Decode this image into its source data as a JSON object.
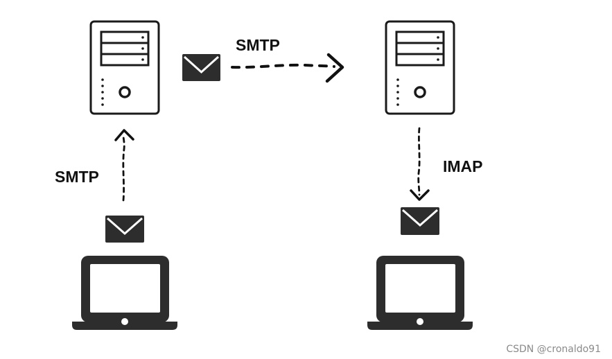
{
  "labels": {
    "smtp_top": "SMTP",
    "smtp_left": "SMTP",
    "imap": "IMAP"
  },
  "watermark": "CSDN @cronaldo91",
  "icons": {
    "sender_server": "server-icon",
    "receiver_server": "server-icon",
    "sender_laptop": "laptop-icon",
    "receiver_laptop": "laptop-icon",
    "envelope": "envelope-icon"
  },
  "colors": {
    "stroke": "#111111",
    "icon_fill": "#2d2d2d",
    "watermark": "#8a8a8a"
  }
}
